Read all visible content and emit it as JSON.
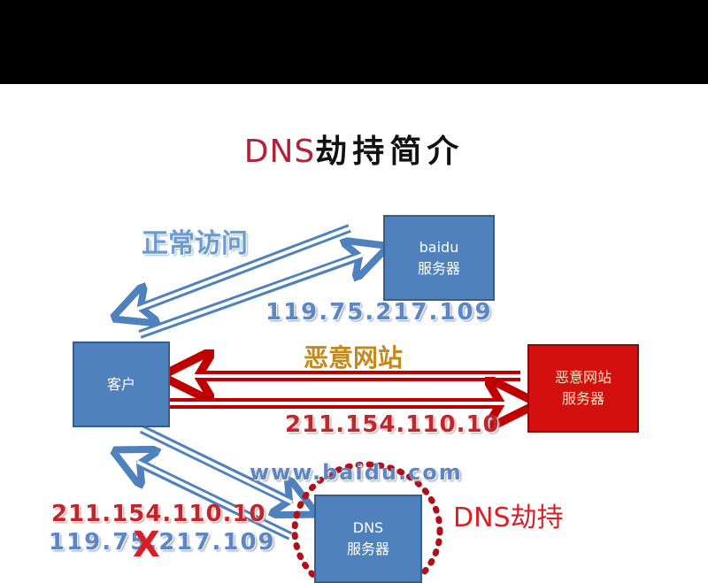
{
  "title": {
    "latin": "DNS",
    "cn": "劫持简介"
  },
  "nodes": {
    "baidu": {
      "line1": "baidu",
      "line2": "服务器"
    },
    "client": {
      "line1": "客户"
    },
    "malicious": {
      "line1": "恶意网站",
      "line2": "服务器"
    },
    "dns": {
      "line1": "DNS",
      "line2": "服务器"
    }
  },
  "labels": {
    "normal_access": "正常访问",
    "baidu_ip": "119.75.217.109",
    "malicious_site": "恶意网站",
    "malicious_ip": "211.154.110.10",
    "query_domain": "www.baidu.com",
    "dns_hijack": "DNS劫持",
    "fake_ip": "211.154.110.10",
    "real_ip": "119.75.217.109",
    "cross_mark": "X"
  },
  "colors": {
    "blue_node": "#4f81bd",
    "red_node": "#d40f0f",
    "blue_arrow": "#4f81bd",
    "red_arrow": "#c00000",
    "hijack_circle": "#b01018"
  }
}
